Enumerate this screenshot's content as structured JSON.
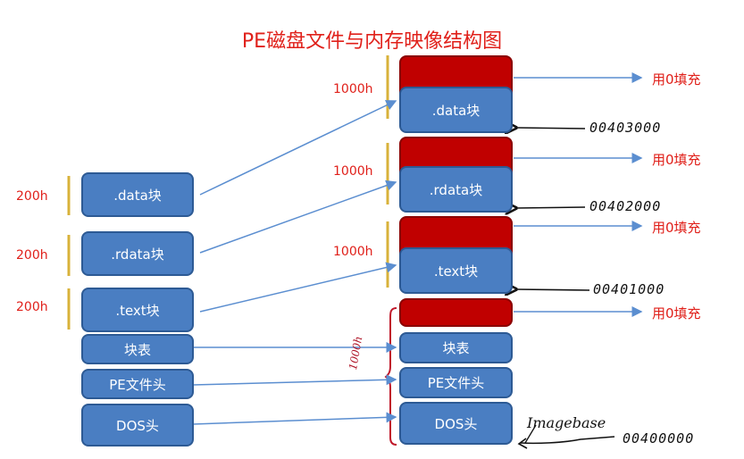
{
  "title": "PE磁盘文件与内存映像结构图",
  "disk": {
    "blocks": [
      {
        "label": ".data块",
        "size": "200h"
      },
      {
        "label": ".rdata块",
        "size": "200h"
      },
      {
        "label": ".text块",
        "size": "200h"
      },
      {
        "label": "块表"
      },
      {
        "label": "PE文件头"
      },
      {
        "label": "DOS头"
      }
    ]
  },
  "memory": {
    "sections": [
      {
        "label": ".data块",
        "size": "1000h",
        "fill": "用0填充",
        "address": "00403000"
      },
      {
        "label": ".rdata块",
        "size": "1000h",
        "fill": "用0填充",
        "address": "00402000"
      },
      {
        "label": ".text块",
        "size": "1000h",
        "fill": "用0填充",
        "address": "00401000"
      }
    ],
    "header_fill": "用0填充",
    "header_blocks": [
      {
        "label": "块表"
      },
      {
        "label": "PE文件头"
      },
      {
        "label": "DOS头"
      }
    ],
    "header_size": "1000h",
    "imagebase_label": "Imagebase",
    "imagebase_address": "00400000"
  },
  "colors": {
    "block_fill": "#4a7ec2",
    "padding_fill": "#c00000",
    "label_red": "#e0201a",
    "arrow_blue": "#5b8ed0",
    "bracket_yellow": "#d8b23a"
  }
}
